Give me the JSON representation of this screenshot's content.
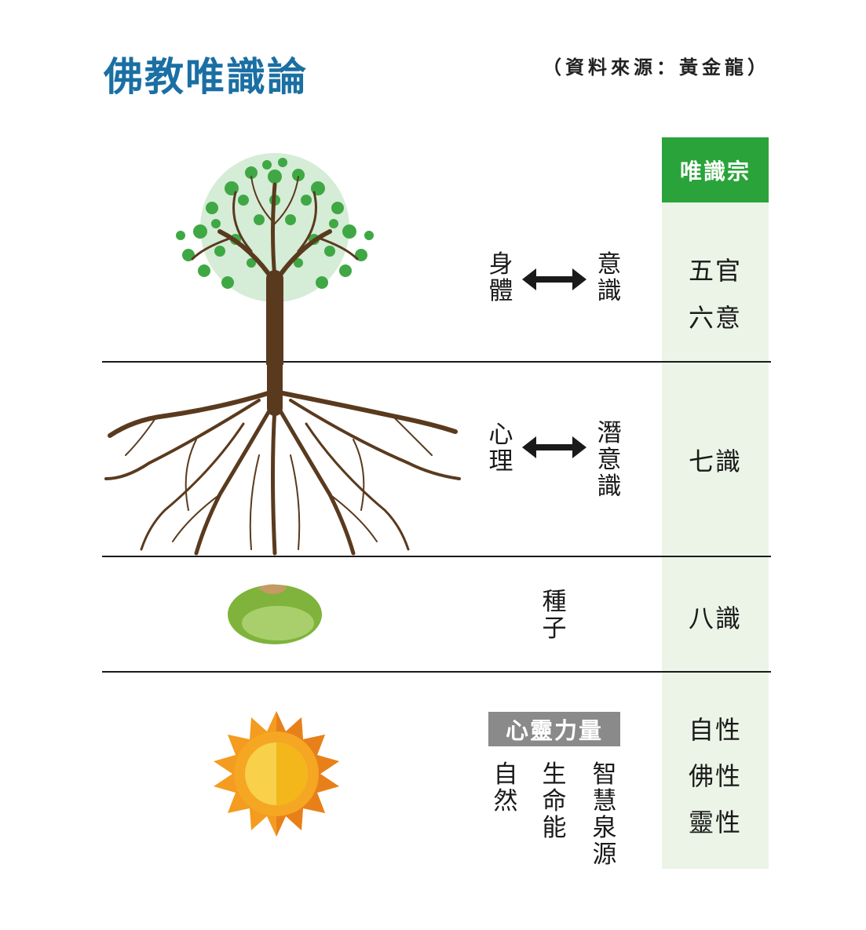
{
  "title": "佛教唯識論",
  "source": "（資料來源：黃金龍）",
  "column_header": "唯識宗",
  "rows": [
    {
      "left_label": "身體",
      "right_label": "意識",
      "column_lines": [
        "五官",
        "六意"
      ]
    },
    {
      "left_label": "心理",
      "right_label": "潛意識",
      "column_lines": [
        "七識"
      ]
    },
    {
      "center_label": "種子",
      "column_lines": [
        "八識"
      ]
    },
    {
      "badge": "心靈力量",
      "sub_labels": [
        "自然",
        "生命能",
        "智慧泉源"
      ],
      "column_lines": [
        "自性",
        "佛性",
        "靈性"
      ]
    }
  ],
  "colors": {
    "title_blue": "#1a6fa3",
    "header_green": "#2aa43a",
    "column_bg": "#ebf4e6",
    "badge_gray": "#8a8a8a"
  },
  "icons": [
    "tree-icon",
    "roots-icon",
    "seed-icon",
    "sun-icon",
    "double-arrow-icon"
  ]
}
